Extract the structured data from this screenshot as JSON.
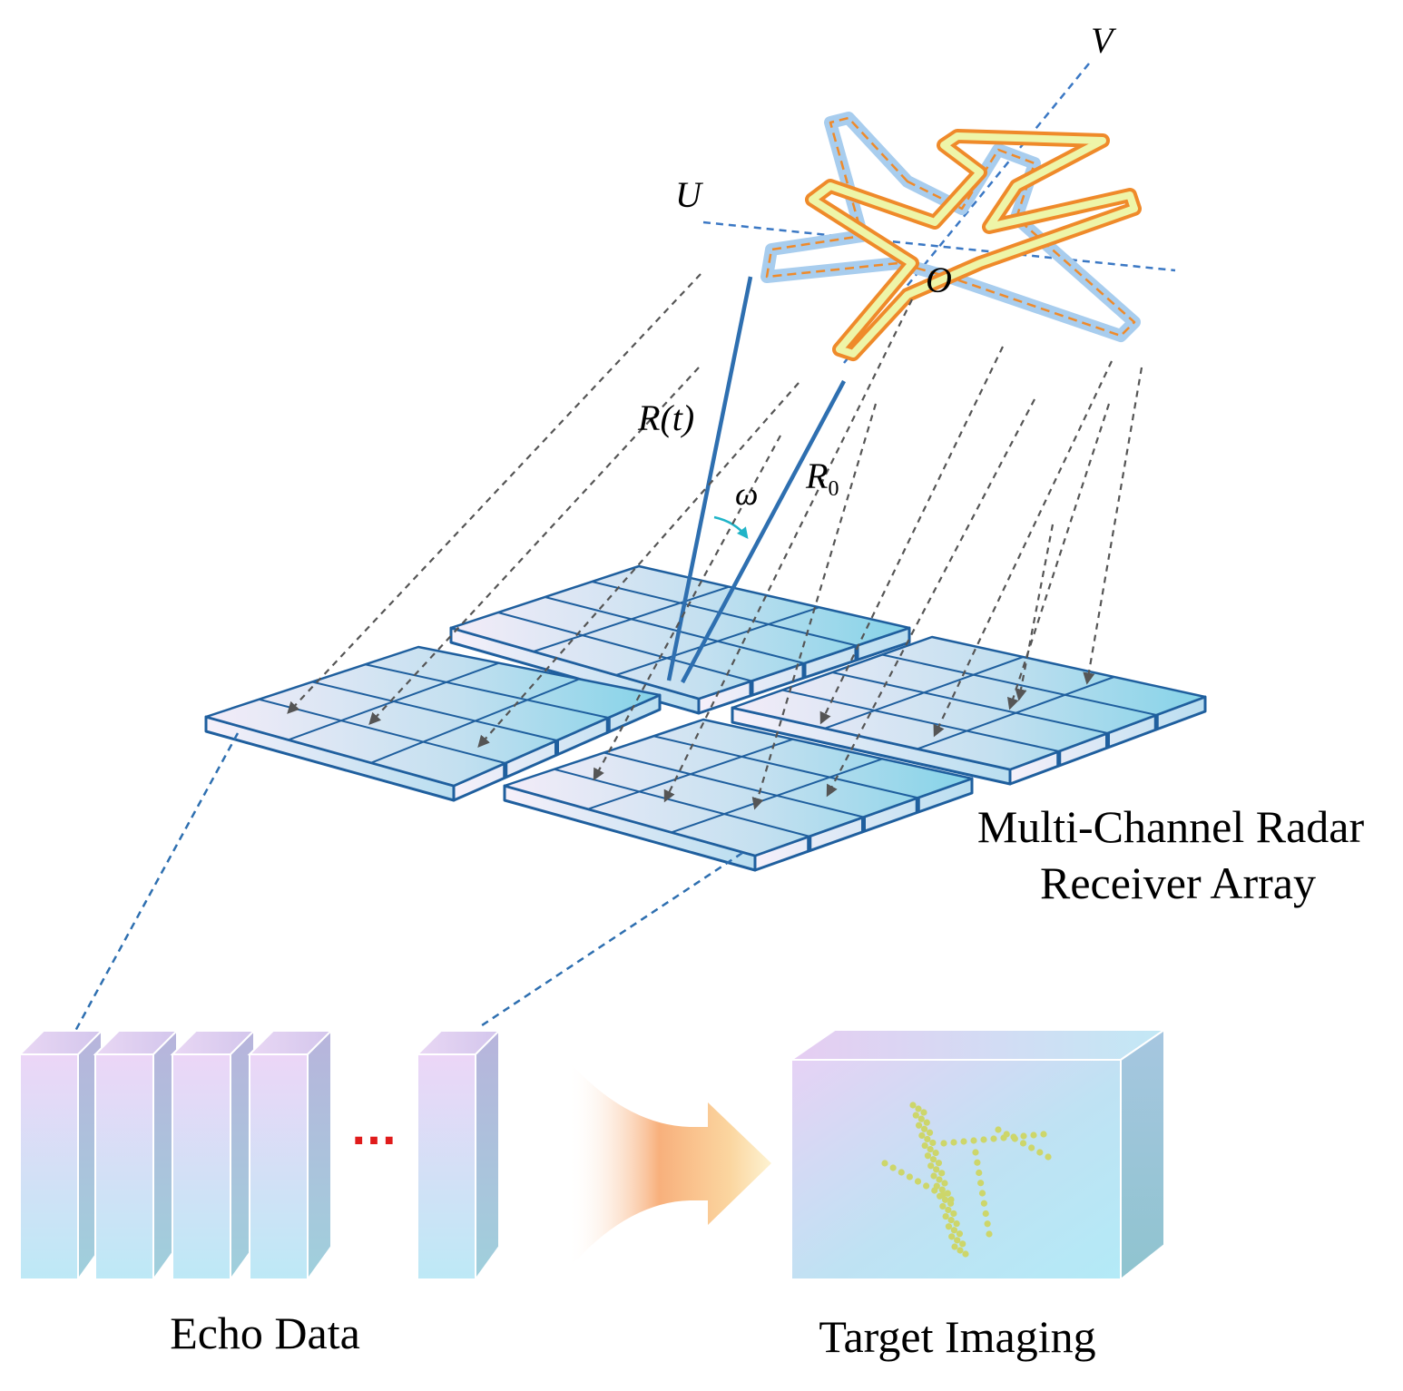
{
  "labels": {
    "axis_v": "V",
    "axis_u": "U",
    "origin": "O",
    "range_t": "R(t)",
    "range_t_main": "R",
    "range_t_paren": "(t)",
    "range_0_main": "R",
    "range_0_sub": "0",
    "omega": "ω",
    "array_line1": "Multi-Channel Radar",
    "array_line2": "Receiver Array",
    "echo": "Echo Data",
    "target": "Target Imaging",
    "ellipsis": "···"
  },
  "colors": {
    "line_blue": "#2e6fb0",
    "dashed_grey": "#555555",
    "axis_dash": "#3b78c4",
    "outline_orange": "#ef8a2a",
    "fill_lime": "#eef5a8",
    "shadow_blue": "#a8cdee",
    "omega_arrow": "#20b4c8",
    "dots": "#cdd66a",
    "ellipsis": "#e01b1b",
    "arrow_orange": "#f6a36a"
  },
  "icons": {
    "airplane": "airplane-icon",
    "arrow": "flow-arrow-icon"
  }
}
